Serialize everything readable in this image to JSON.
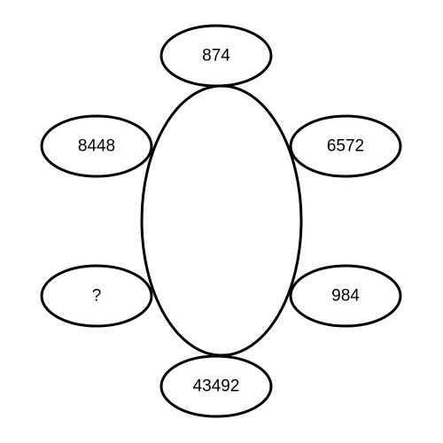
{
  "diagram": {
    "line_color": "#000000",
    "background_color": "#ffffff",
    "center": {
      "label": ""
    },
    "nodes": {
      "top": {
        "label": "874"
      },
      "upper_left": {
        "label": "8448"
      },
      "upper_right": {
        "label": "6572"
      },
      "lower_left": {
        "label": "?"
      },
      "lower_right": {
        "label": "984"
      },
      "bottom": {
        "label": "43492"
      }
    }
  }
}
